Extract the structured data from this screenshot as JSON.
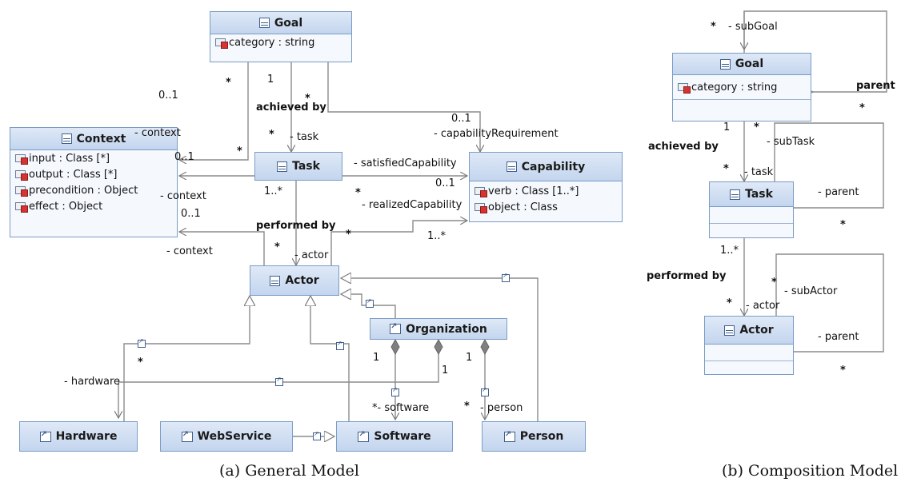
{
  "general": {
    "classes": {
      "goal": {
        "name": "Goal",
        "attrs": [
          "category : string"
        ]
      },
      "context": {
        "name": "Context",
        "attrs": [
          "input : Class [*]",
          "output : Class [*]",
          "precondition : Object",
          "effect : Object"
        ]
      },
      "task": {
        "name": "Task"
      },
      "capability": {
        "name": "Capability",
        "attrs": [
          "verb : Class [1..*]",
          "object : Class"
        ]
      },
      "actor": {
        "name": "Actor"
      },
      "organization": {
        "name": "Organization"
      },
      "hardware": {
        "name": "Hardware"
      },
      "webservice": {
        "name": "WebService"
      },
      "software": {
        "name": "Software"
      },
      "person": {
        "name": "Person"
      }
    },
    "labels": [
      "0..1",
      "*",
      "1",
      "*",
      "achieved by",
      "- context",
      "*",
      "- task",
      "0..1",
      "- capabilityRequirement",
      "0..1",
      "*",
      "- satisfiedCapability",
      "0..1",
      "- context",
      "1..*",
      "*",
      "- realizedCapability",
      "0..1",
      "performed by",
      "*",
      "*",
      "- actor",
      "1..*",
      "- context",
      "*",
      "- hardware",
      "1",
      "1",
      "1",
      "*- software",
      "*",
      "- person"
    ]
  },
  "composition": {
    "classes": {
      "goal": {
        "name": "Goal",
        "attrs": [
          "category : string"
        ]
      },
      "task": {
        "name": "Task"
      },
      "actor": {
        "name": "Actor"
      }
    },
    "labels": [
      "*",
      "- subGoal",
      "parent",
      "*",
      "1",
      "*",
      "achieved by",
      "- subTask",
      "*",
      "- task",
      "- parent",
      "*",
      "1..*",
      "performed by",
      "*",
      "- subActor",
      "*",
      "- actor",
      "- parent",
      "*"
    ]
  },
  "captions": {
    "a": "(a)   General Model",
    "b": "(b) Composition Model"
  },
  "colors": {
    "class_border": "#7a9cc6",
    "class_header": "#c3d5ee",
    "line": "#8c8c8c",
    "composition_fill": "#808080"
  }
}
